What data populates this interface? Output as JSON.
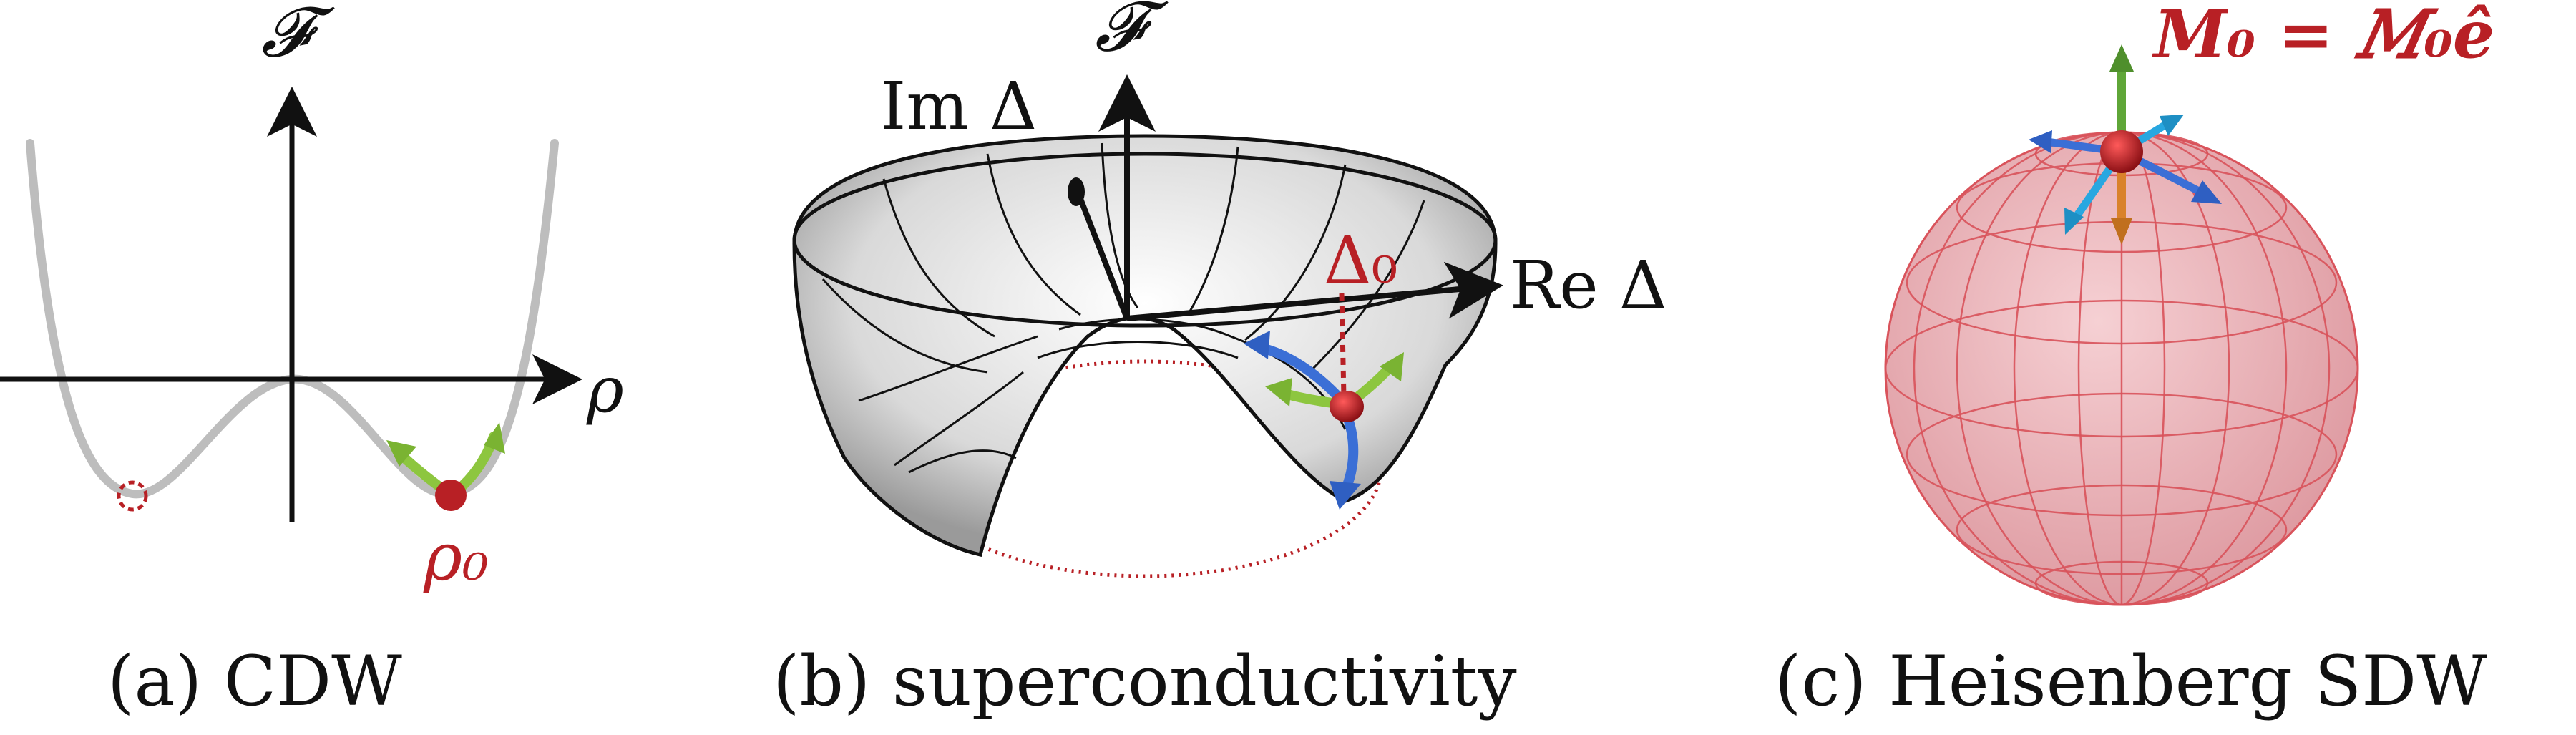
{
  "colors": {
    "curve_gray": "#bdbdbd",
    "axis": "#111111",
    "mode_red": "#b82025",
    "amplitude_green": "#8dc63f",
    "phase_blue": "#3b6fd6",
    "spin_cyan": "#28a7e0",
    "spin_orange": "#d9822b",
    "spin_green": "#5fa638",
    "sphere_fill": "#e8a2a8",
    "sphere_grid": "#d9535b"
  },
  "panel_a": {
    "caption": "(a) CDW",
    "axis_vertical_label": "𝓕",
    "axis_horizontal_label": "ρ",
    "ground_state_label": "ρ₀"
  },
  "panel_b": {
    "caption": "(b) superconductivity",
    "axis_vertical_label": "𝓕",
    "axis_imag_label": "Im Δ",
    "axis_real_label": "Re Δ",
    "ground_state_label": "Δ₀"
  },
  "panel_c": {
    "caption": "(c) Heisenberg SDW",
    "order_parameter_label": "𝑴₀ = 𝑀₀𝒆̂"
  }
}
